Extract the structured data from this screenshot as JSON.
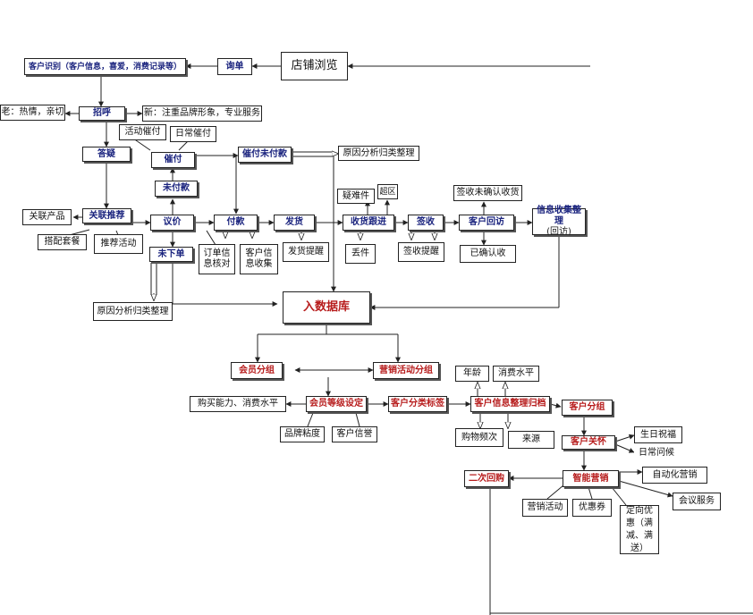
{
  "nodes": {
    "store_browse": "店铺浏览",
    "inquiry": "询单",
    "customer_identify": "客户识别（客户信息，喜爱，消费记录等）",
    "greet": "招呼",
    "old_customer": "老：热情，亲切",
    "new_customer": "新：注重品牌形象，专业服务",
    "activity_remind": "活动催付",
    "daily_remind": "日常催付",
    "answer": "答疑",
    "urge_pay": "催付",
    "urge_unpaid": "催付未付款",
    "reason_analysis_top": "原因分析归类整理",
    "unpaid": "未付款",
    "related_product": "关联产品",
    "related_recommend": "关联推荐",
    "bargain": "议价",
    "pay": "付款",
    "ship": "发货",
    "track": "收货跟进",
    "sign": "签收",
    "revisit": "客户回访",
    "info_collect_main": "信息收集整理",
    "info_collect_sub": "(回访)",
    "combo": "搭配套餐",
    "recommend_activity": "推荐活动",
    "no_order": "未下单",
    "order_check": "订单信息核对",
    "cust_info_collect": "客户信息收集",
    "ship_remind": "发货提醒",
    "doubt": "疑难件",
    "overdue": "超区",
    "lost": "丢件",
    "sign_remind": "签收提醒",
    "sign_unconfirmed": "签收未确认收货",
    "confirmed": "已确认收",
    "reason_analysis_left": "原因分析归类整理",
    "database": "入数据库",
    "member_group": "会员分组",
    "marketing_group": "营销活动分组",
    "age": "年龄",
    "consume_level": "消费水平",
    "buy_power": "购买能力、消费水平",
    "member_level": "会员等级设定",
    "cust_tag": "客户分类标签",
    "cust_archive": "客户信息整理归档",
    "cust_group": "客户分组",
    "brand_loyalty": "品牌粘度",
    "reputation": "客户信誉",
    "buy_freq": "购物频次",
    "source": "来源",
    "cust_care": "客户关怀",
    "birthday": "生日祝福",
    "daily_greet": "日常问候",
    "repurchase": "二次回购",
    "smart_marketing": "智能营销",
    "auto_marketing": "自动化营销",
    "meeting_service": "会议服务",
    "marketing_activity": "营销活动",
    "coupon": "优惠券",
    "targeted_coupon": "定向优惠（满减、满送）"
  }
}
